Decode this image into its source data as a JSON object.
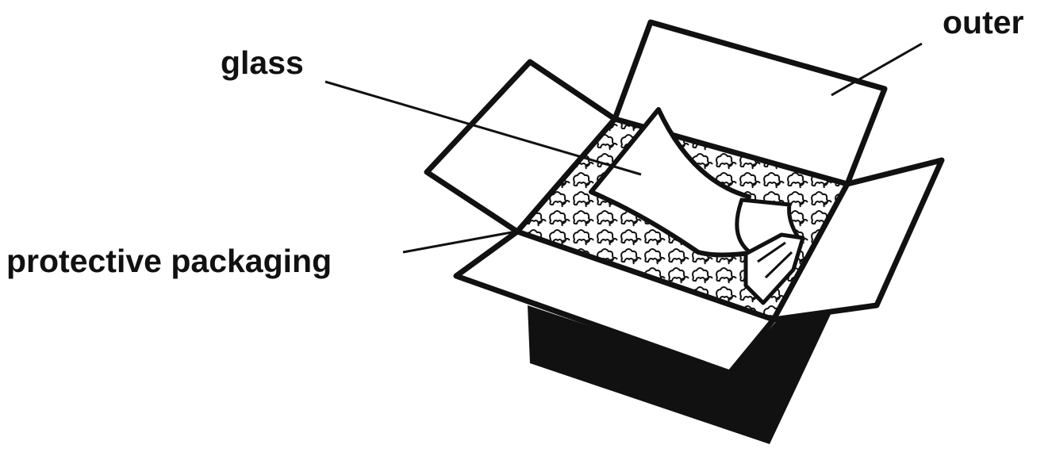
{
  "labels": {
    "outer": "outer",
    "glass": "glass",
    "packaging": "protective packaging"
  },
  "colors": {
    "ink": "#111111",
    "paper": "#ffffff"
  }
}
